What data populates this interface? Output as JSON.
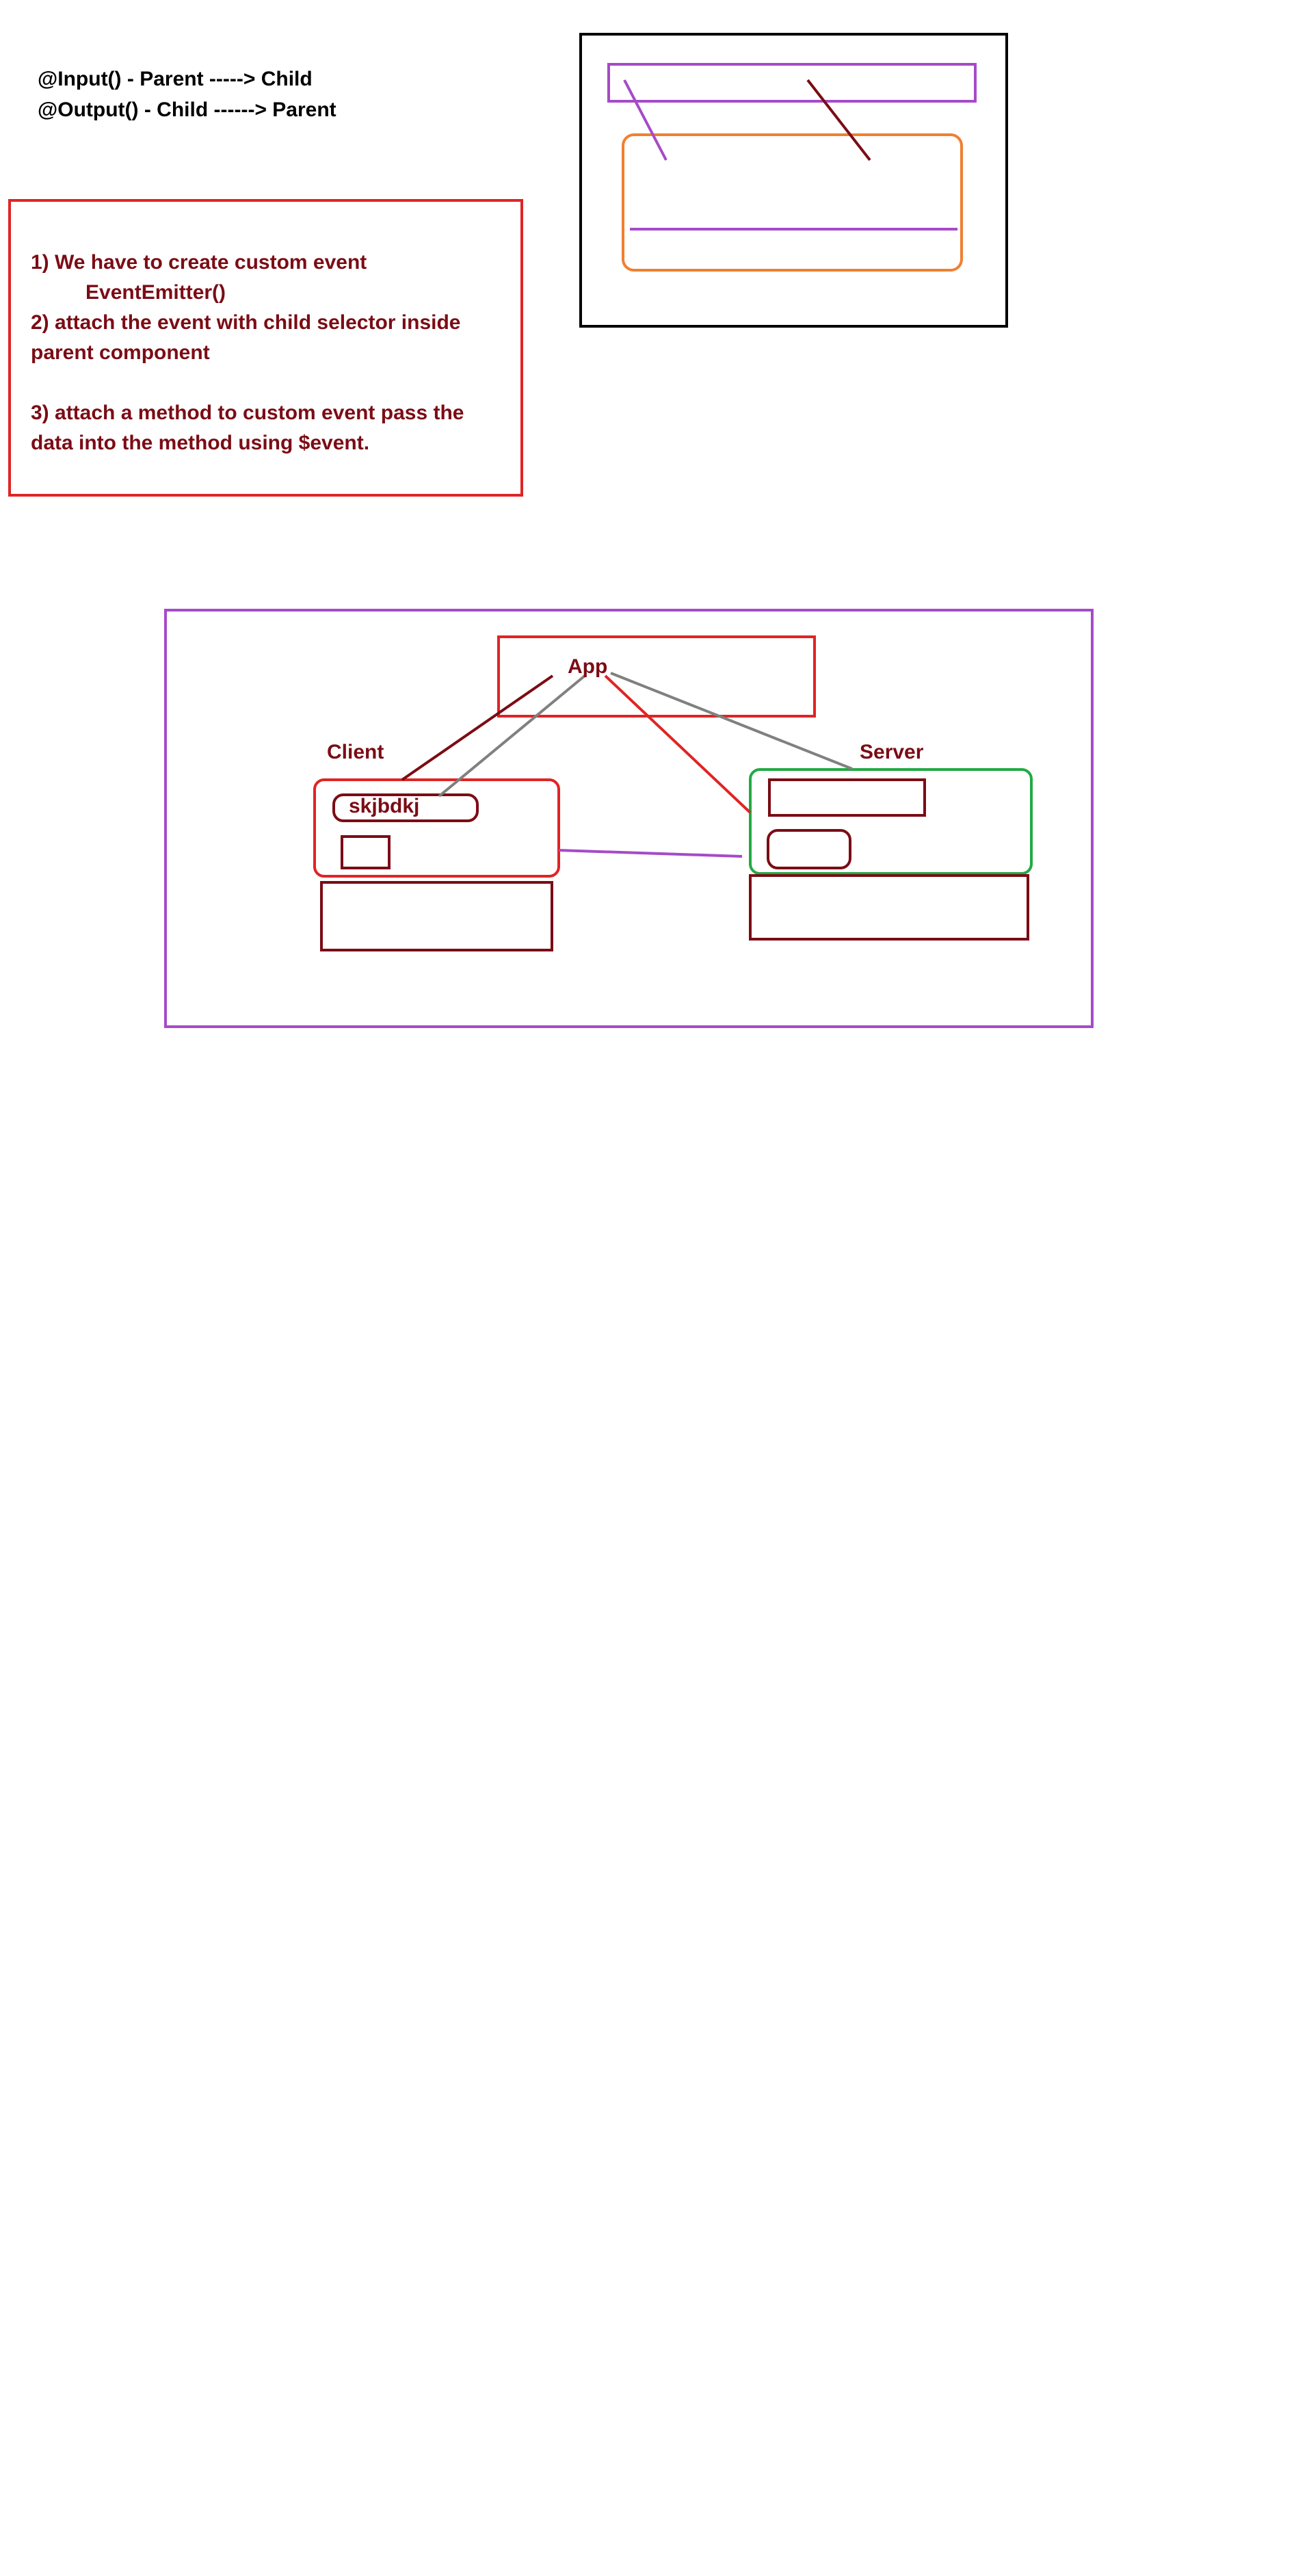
{
  "io_notes": {
    "input_line": "@Input() - Parent -----> Child",
    "output_line": "@Output() - Child ------> Parent"
  },
  "steps": {
    "step1": "1) We have to create custom event",
    "step1_detail": "EventEmitter()",
    "step2_line1": "2) attach the event with child selector inside",
    "step2_line2": "parent component",
    "step3_line1": "3) attach a method to custom event pass the",
    "step3_line2": "data into the method using $event."
  },
  "diagram": {
    "app_label": "App",
    "client_label": "Client",
    "server_label": "Server",
    "client_input_text": "skjbdkj"
  },
  "colors": {
    "red": "#e02424",
    "dark_red": "#7b0c15",
    "purple": "#a64ac9",
    "orange": "#f08030",
    "green": "#22aa44",
    "gray": "#808080",
    "black": "#000000"
  }
}
